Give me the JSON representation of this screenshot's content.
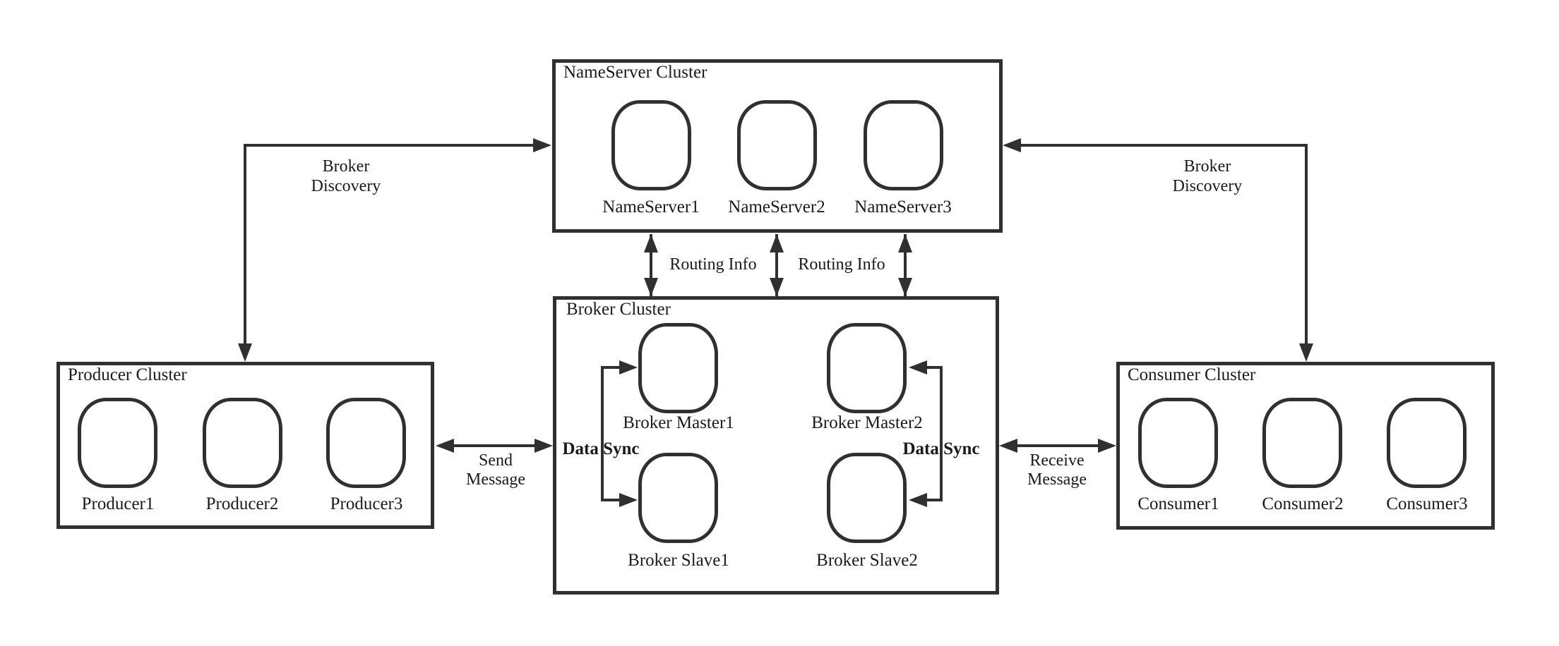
{
  "canvas": {
    "background_color": "#ffffff",
    "line_color": "#303030",
    "text_color": "#1b1b1b"
  },
  "clusters": {
    "nameserver": {
      "title": "NameServer Cluster",
      "nodes": [
        "NameServer1",
        "NameServer2",
        "NameServer3"
      ]
    },
    "broker": {
      "title": "Broker Cluster",
      "nodes": [
        "Broker Master1",
        "Broker Master2",
        "Broker Slave1",
        "Broker Slave2"
      ]
    },
    "producer": {
      "title": "Producer Cluster",
      "nodes": [
        "Producer1",
        "Producer2",
        "Producer3"
      ]
    },
    "consumer": {
      "title": "Consumer Cluster",
      "nodes": [
        "Consumer1",
        "Consumer2",
        "Consumer3"
      ]
    }
  },
  "edges": {
    "discovery_left": {
      "line1": "Broker",
      "line2": "Discovery"
    },
    "discovery_right": {
      "line1": "Broker",
      "line2": "Discovery"
    },
    "routing_left": {
      "label": "Routing Info"
    },
    "routing_right": {
      "label": "Routing Info"
    },
    "send": {
      "line1": "Send",
      "line2": "Message"
    },
    "receive": {
      "line1": "Receive",
      "line2": "Message"
    },
    "datasync_left": {
      "label": "Data Sync"
    },
    "datasync_right": {
      "label": "Data Sync"
    }
  }
}
